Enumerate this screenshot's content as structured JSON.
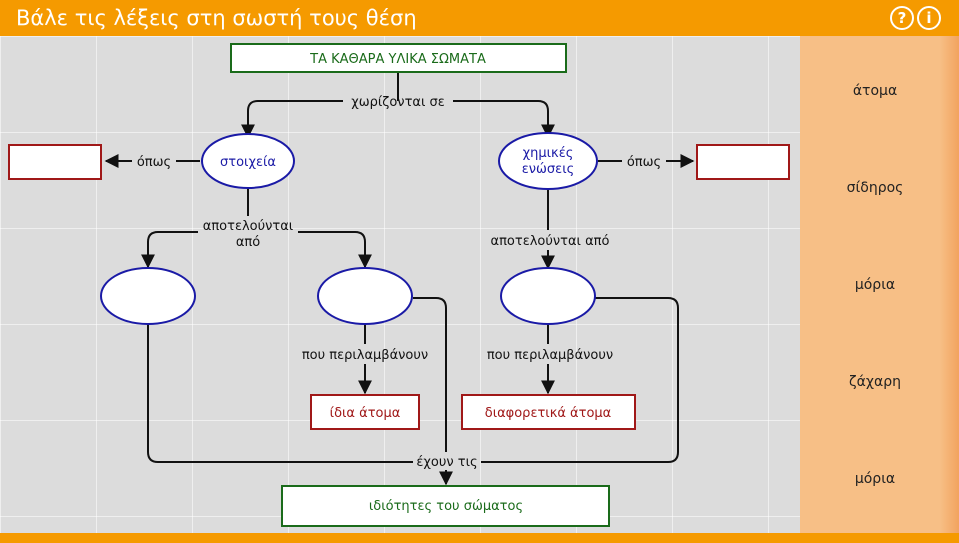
{
  "title": "Βάλε τις λέξεις στη σωστή τους θέση",
  "header_icons": [
    {
      "name": "help-icon",
      "glyph": "?"
    },
    {
      "name": "info-icon",
      "glyph": "i"
    }
  ],
  "diagram": {
    "root": "ΤΑ ΚΑΘΑΡΑ ΥΛΙΚΑ ΣΩΜΑΤΑ",
    "split_label": "χωρίζονται σε",
    "elements": "στοιχεία",
    "compounds_line1": "χημικές",
    "compounds_line2": "ενώσεις",
    "such_as_left": "όπως",
    "such_as_right": "όπως",
    "consist_left_line1": "αποτελούνται",
    "consist_left_line2": "από",
    "consist_right": "αποτελούνται από",
    "contain_middle": "που περιλαμβάνουν",
    "contain_right": "που περιλαμβάνουν",
    "same_atoms": "ίδια άτομα",
    "different_atoms": "διαφορετικά άτομα",
    "have_label": "έχουν τις",
    "properties": "ιδιότητες του σώματος"
  },
  "word_bank": [
    "άτομα",
    "σίδηρος",
    "μόρια",
    "ζάχαρη",
    "μόρια"
  ],
  "colors": {
    "orange": "#f59a00",
    "sidebar": "#f7bf86",
    "green": "#1a6b1a",
    "red": "#a01818",
    "blue": "#1a1aa6"
  }
}
